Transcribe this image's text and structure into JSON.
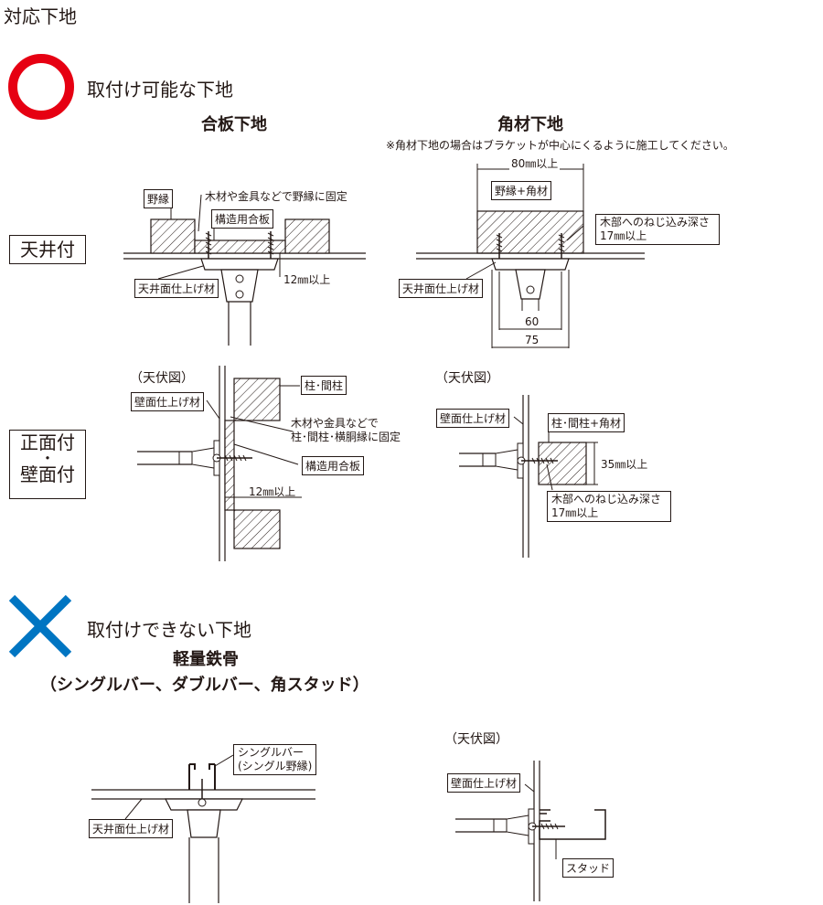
{
  "page_title": "対応下地",
  "ok_section": {
    "label": "取付け可能な下地",
    "icon": "red-circle-icon",
    "icon_color": "#E60012",
    "col_plywood": "合板下地",
    "col_square": "角材下地",
    "square_note": "※角材下地の場合はブラケットが中心にくるように施工してください。",
    "row_ceiling": "天井付",
    "row_wall_line1": "正面付",
    "row_wall_dot": "・",
    "row_wall_line2": "壁面付"
  },
  "ceiling_plywood": {
    "nobuchi": "野縁",
    "fix_note": "木材や金具などで野縁に固定",
    "plywood": "構造用合板",
    "finish": "天井面仕上げ材",
    "thickness": "12㎜以上"
  },
  "ceiling_square": {
    "width": "80㎜以上",
    "member": "野縁+角材",
    "depth_line1": "木部へのねじ込み深さ",
    "depth_line2": "17㎜以上",
    "finish": "天井面仕上げ材",
    "dim_inner": "60",
    "dim_outer": "75"
  },
  "wall_plywood": {
    "plan_view": "（天伏図）",
    "finish": "壁面仕上げ材",
    "pillar": "柱･間柱",
    "fix_line1": "木材や金具などで",
    "fix_line2": "柱･間柱･横胴縁に固定",
    "plywood": "構造用合板",
    "thickness": "12㎜以上"
  },
  "wall_square": {
    "plan_view": "（天伏図）",
    "finish": "壁面仕上げ材",
    "member": "柱･間柱+角材",
    "size": "35㎜以上",
    "depth_line1": "木部へのねじ込み深さ",
    "depth_line2": "17㎜以上"
  },
  "ng_section": {
    "label": "取付けできない下地",
    "icon": "blue-cross-icon",
    "icon_color": "#0075C2",
    "sub_line1": "軽量鉄骨",
    "sub_line2": "（シングルバー、ダブルバー、角スタッド）"
  },
  "ng_ceiling": {
    "bar_line1": "シングルバー",
    "bar_line2": "(シングル野縁)",
    "finish": "天井面仕上げ材"
  },
  "ng_wall": {
    "plan_view": "（天伏図）",
    "finish": "壁面仕上げ材",
    "stud": "スタッド"
  }
}
